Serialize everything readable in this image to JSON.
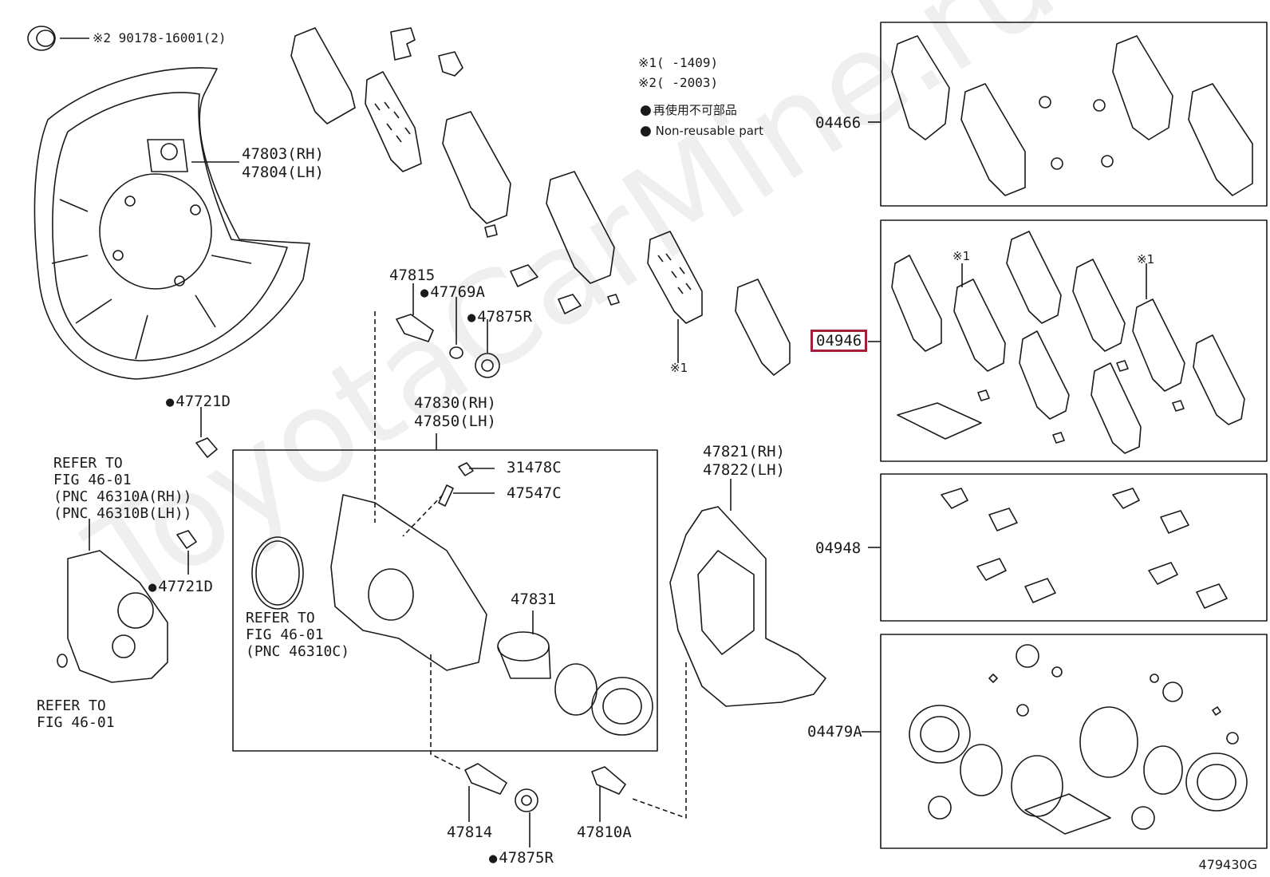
{
  "labels": {
    "nut_topleft": "※2 90178-16001(2)",
    "note1": "※1(     -1409)",
    "note2": "※2(     -2003)",
    "legend_jp": "再使用不可部品",
    "legend_en": "Non-reusable part",
    "rh_47803": "47803(RH)",
    "lh_47804": "47804(LH)",
    "p47815": "47815",
    "p47769A": "47769A",
    "p47875R_top": "47875R",
    "p47721D_a": "47721D",
    "p47721D_b": "47721D",
    "rh_47830": "47830(RH)",
    "lh_47850": "47850(LH)",
    "p31478C": "31478C",
    "p47547C": "47547C",
    "p47831": "47831",
    "rh_47821": "47821(RH)",
    "lh_47822": "47822(LH)",
    "p47814": "47814",
    "p47875R_bot": "47875R",
    "p47810A": "47810A",
    "star1_a": "※1",
    "star1_b": "※1",
    "star1_c": "※1",
    "refer_actuator": "REFER TO\nFIG 46-01\n(PNC 46310A(RH))\n(PNC 46310B(LH))",
    "refer_ring": "REFER TO\nFIG 46-01\n(PNC 46310C)",
    "refer_plug": "REFER TO\nFIG 46-01",
    "kit_04466": "04466",
    "kit_04946": "04946",
    "kit_04948": "04948",
    "kit_04479A": "04479A",
    "fig_code": "479430G",
    "watermark": "ToyotaCarMine.ru"
  },
  "colors": {
    "line": "#1a1a1a",
    "highlight": "#a3203a",
    "watermark": "#000000"
  }
}
